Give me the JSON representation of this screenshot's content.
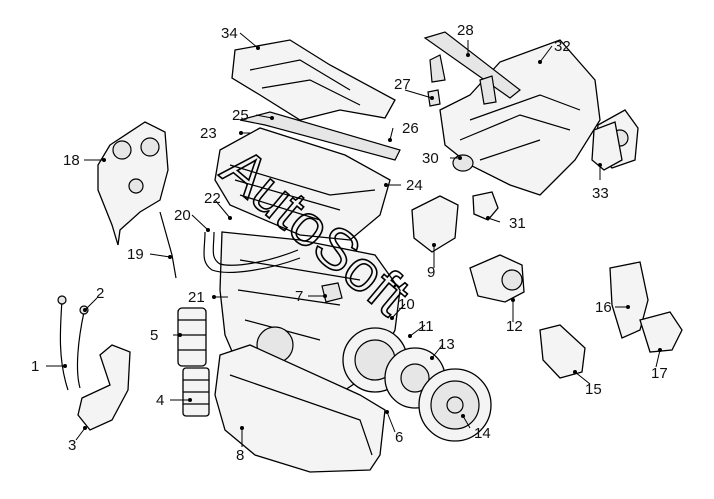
{
  "watermark": "AutoSoft",
  "callouts": [
    {
      "num": "1"
    },
    {
      "num": "2"
    },
    {
      "num": "3"
    },
    {
      "num": "4"
    },
    {
      "num": "5"
    },
    {
      "num": "6"
    },
    {
      "num": "7"
    },
    {
      "num": "8"
    },
    {
      "num": "9"
    },
    {
      "num": "10"
    },
    {
      "num": "11"
    },
    {
      "num": "12"
    },
    {
      "num": "13"
    },
    {
      "num": "14"
    },
    {
      "num": "15"
    },
    {
      "num": "16"
    },
    {
      "num": "17"
    },
    {
      "num": "18"
    },
    {
      "num": "19"
    },
    {
      "num": "20"
    },
    {
      "num": "21"
    },
    {
      "num": "22"
    },
    {
      "num": "23"
    },
    {
      "num": "24"
    },
    {
      "num": "25"
    },
    {
      "num": "26"
    },
    {
      "num": "27"
    },
    {
      "num": "28"
    },
    {
      "num": "30"
    },
    {
      "num": "31"
    },
    {
      "num": "32"
    },
    {
      "num": "33"
    },
    {
      "num": "34"
    }
  ]
}
